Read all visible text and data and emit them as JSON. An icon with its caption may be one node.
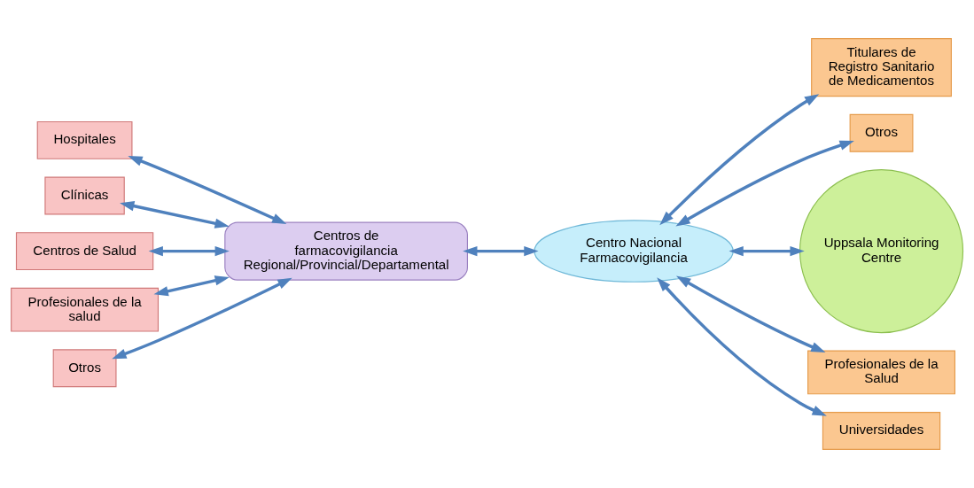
{
  "diagram": {
    "nodes": [
      {
        "text": [
          "Hospitales"
        ]
      },
      {
        "text": [
          "Clínicas"
        ]
      },
      {
        "text": [
          "Centros de Salud"
        ]
      },
      {
        "text": [
          "Centros de farmacovigilancia Regional/Provincial/Departamental"
        ]
      },
      {
        "text": [
          "Profesionales de la salud"
        ]
      },
      {
        "text": [
          "Otros"
        ]
      },
      {
        "text": [
          "Titulares de Registro Sanitario de Medicamentos"
        ]
      },
      {
        "text": [
          "Otros"
        ]
      },
      {
        "text": [
          "Centro Nacional Farmacovigilancia"
        ]
      },
      {
        "text": [
          "Uppsala Monitoring Centre"
        ]
      },
      {
        "text": [
          "Profesionales de la Salud"
        ]
      },
      {
        "text": [
          "Universidades"
        ]
      }
    ],
    "edges": [
      {
        "from": 0,
        "to": 3,
        "arrow": "both"
      },
      {
        "from": 1,
        "to": 3,
        "arrow": "both"
      },
      {
        "from": 2,
        "to": 3,
        "arrow": "both"
      },
      {
        "from": 4,
        "to": 3,
        "arrow": "both"
      },
      {
        "from": 5,
        "to": 3,
        "arrow": "both"
      },
      {
        "from": 3,
        "to": 8,
        "arrow": "both"
      },
      {
        "from": 6,
        "to": 8,
        "arrow": "both"
      },
      {
        "from": 7,
        "to": 8,
        "arrow": "both"
      },
      {
        "from": 8,
        "to": 9,
        "arrow": "both"
      },
      {
        "from": 10,
        "to": 8,
        "arrow": "both"
      },
      {
        "from": 11,
        "to": 8,
        "arrow": "both"
      }
    ]
  }
}
